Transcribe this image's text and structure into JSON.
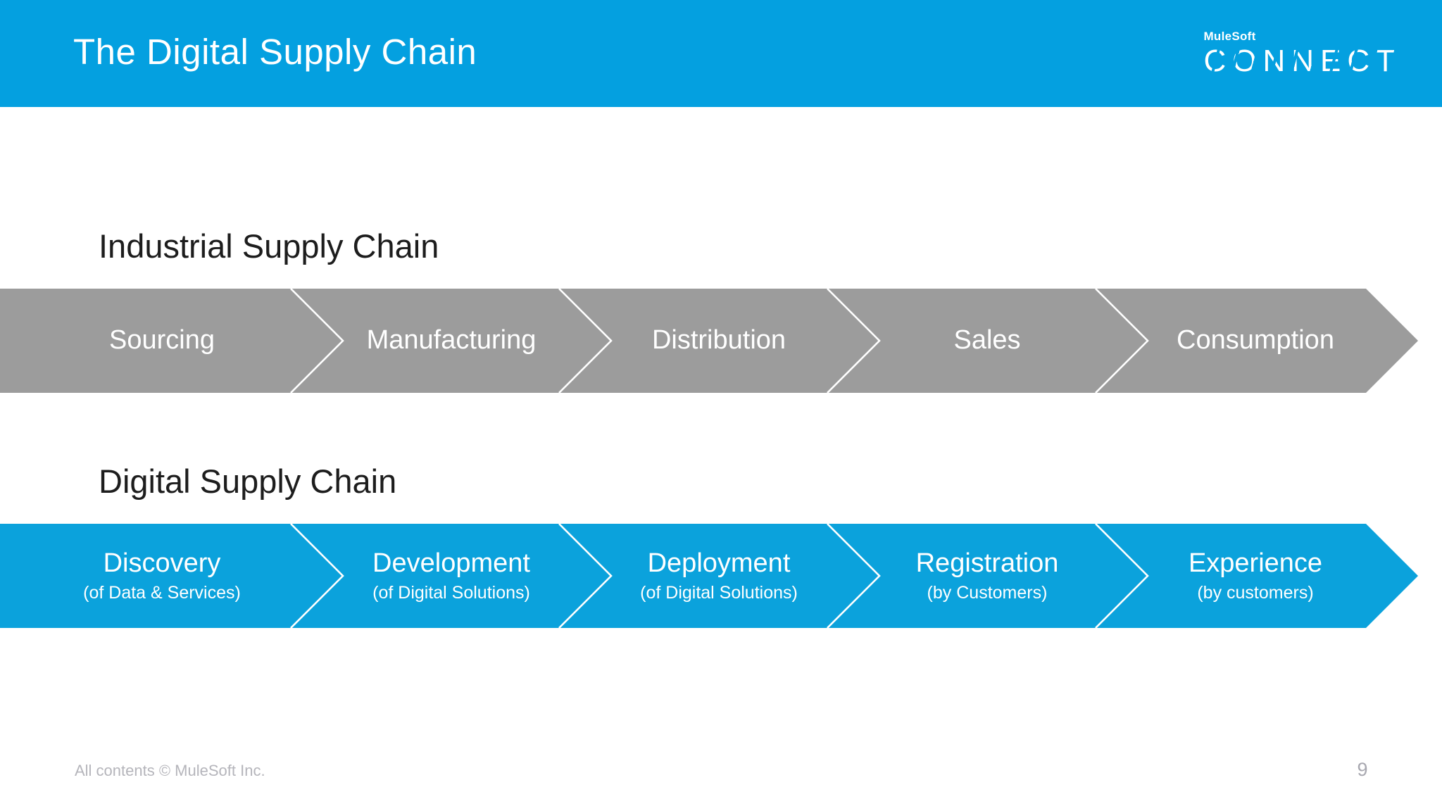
{
  "header": {
    "title": "The Digital Supply Chain",
    "logo_brand": "MuleSoft",
    "logo_event": "CONNECT"
  },
  "industrial": {
    "heading": "Industrial Supply Chain",
    "steps": [
      {
        "label": "Sourcing"
      },
      {
        "label": "Manufacturing"
      },
      {
        "label": "Distribution"
      },
      {
        "label": "Sales"
      },
      {
        "label": "Consumption"
      }
    ]
  },
  "digital": {
    "heading": "Digital Supply Chain",
    "steps": [
      {
        "label": "Discovery",
        "sub": "(of Data & Services)"
      },
      {
        "label": "Development",
        "sub": "(of Digital Solutions)"
      },
      {
        "label": "Deployment",
        "sub": "(of Digital Solutions)"
      },
      {
        "label": "Registration",
        "sub": "(by Customers)"
      },
      {
        "label": "Experience",
        "sub": "(by customers)"
      }
    ]
  },
  "footer": {
    "copyright": "All contents © MuleSoft Inc.",
    "page_number": "9"
  },
  "colors": {
    "header_bg": "#04a0e0",
    "industrial_band": "#9c9c9c",
    "digital_band": "#0ba2dc",
    "heading_text": "#1d1d1d",
    "band_text": "#ffffff",
    "footer_text": "#b5b5bb"
  }
}
